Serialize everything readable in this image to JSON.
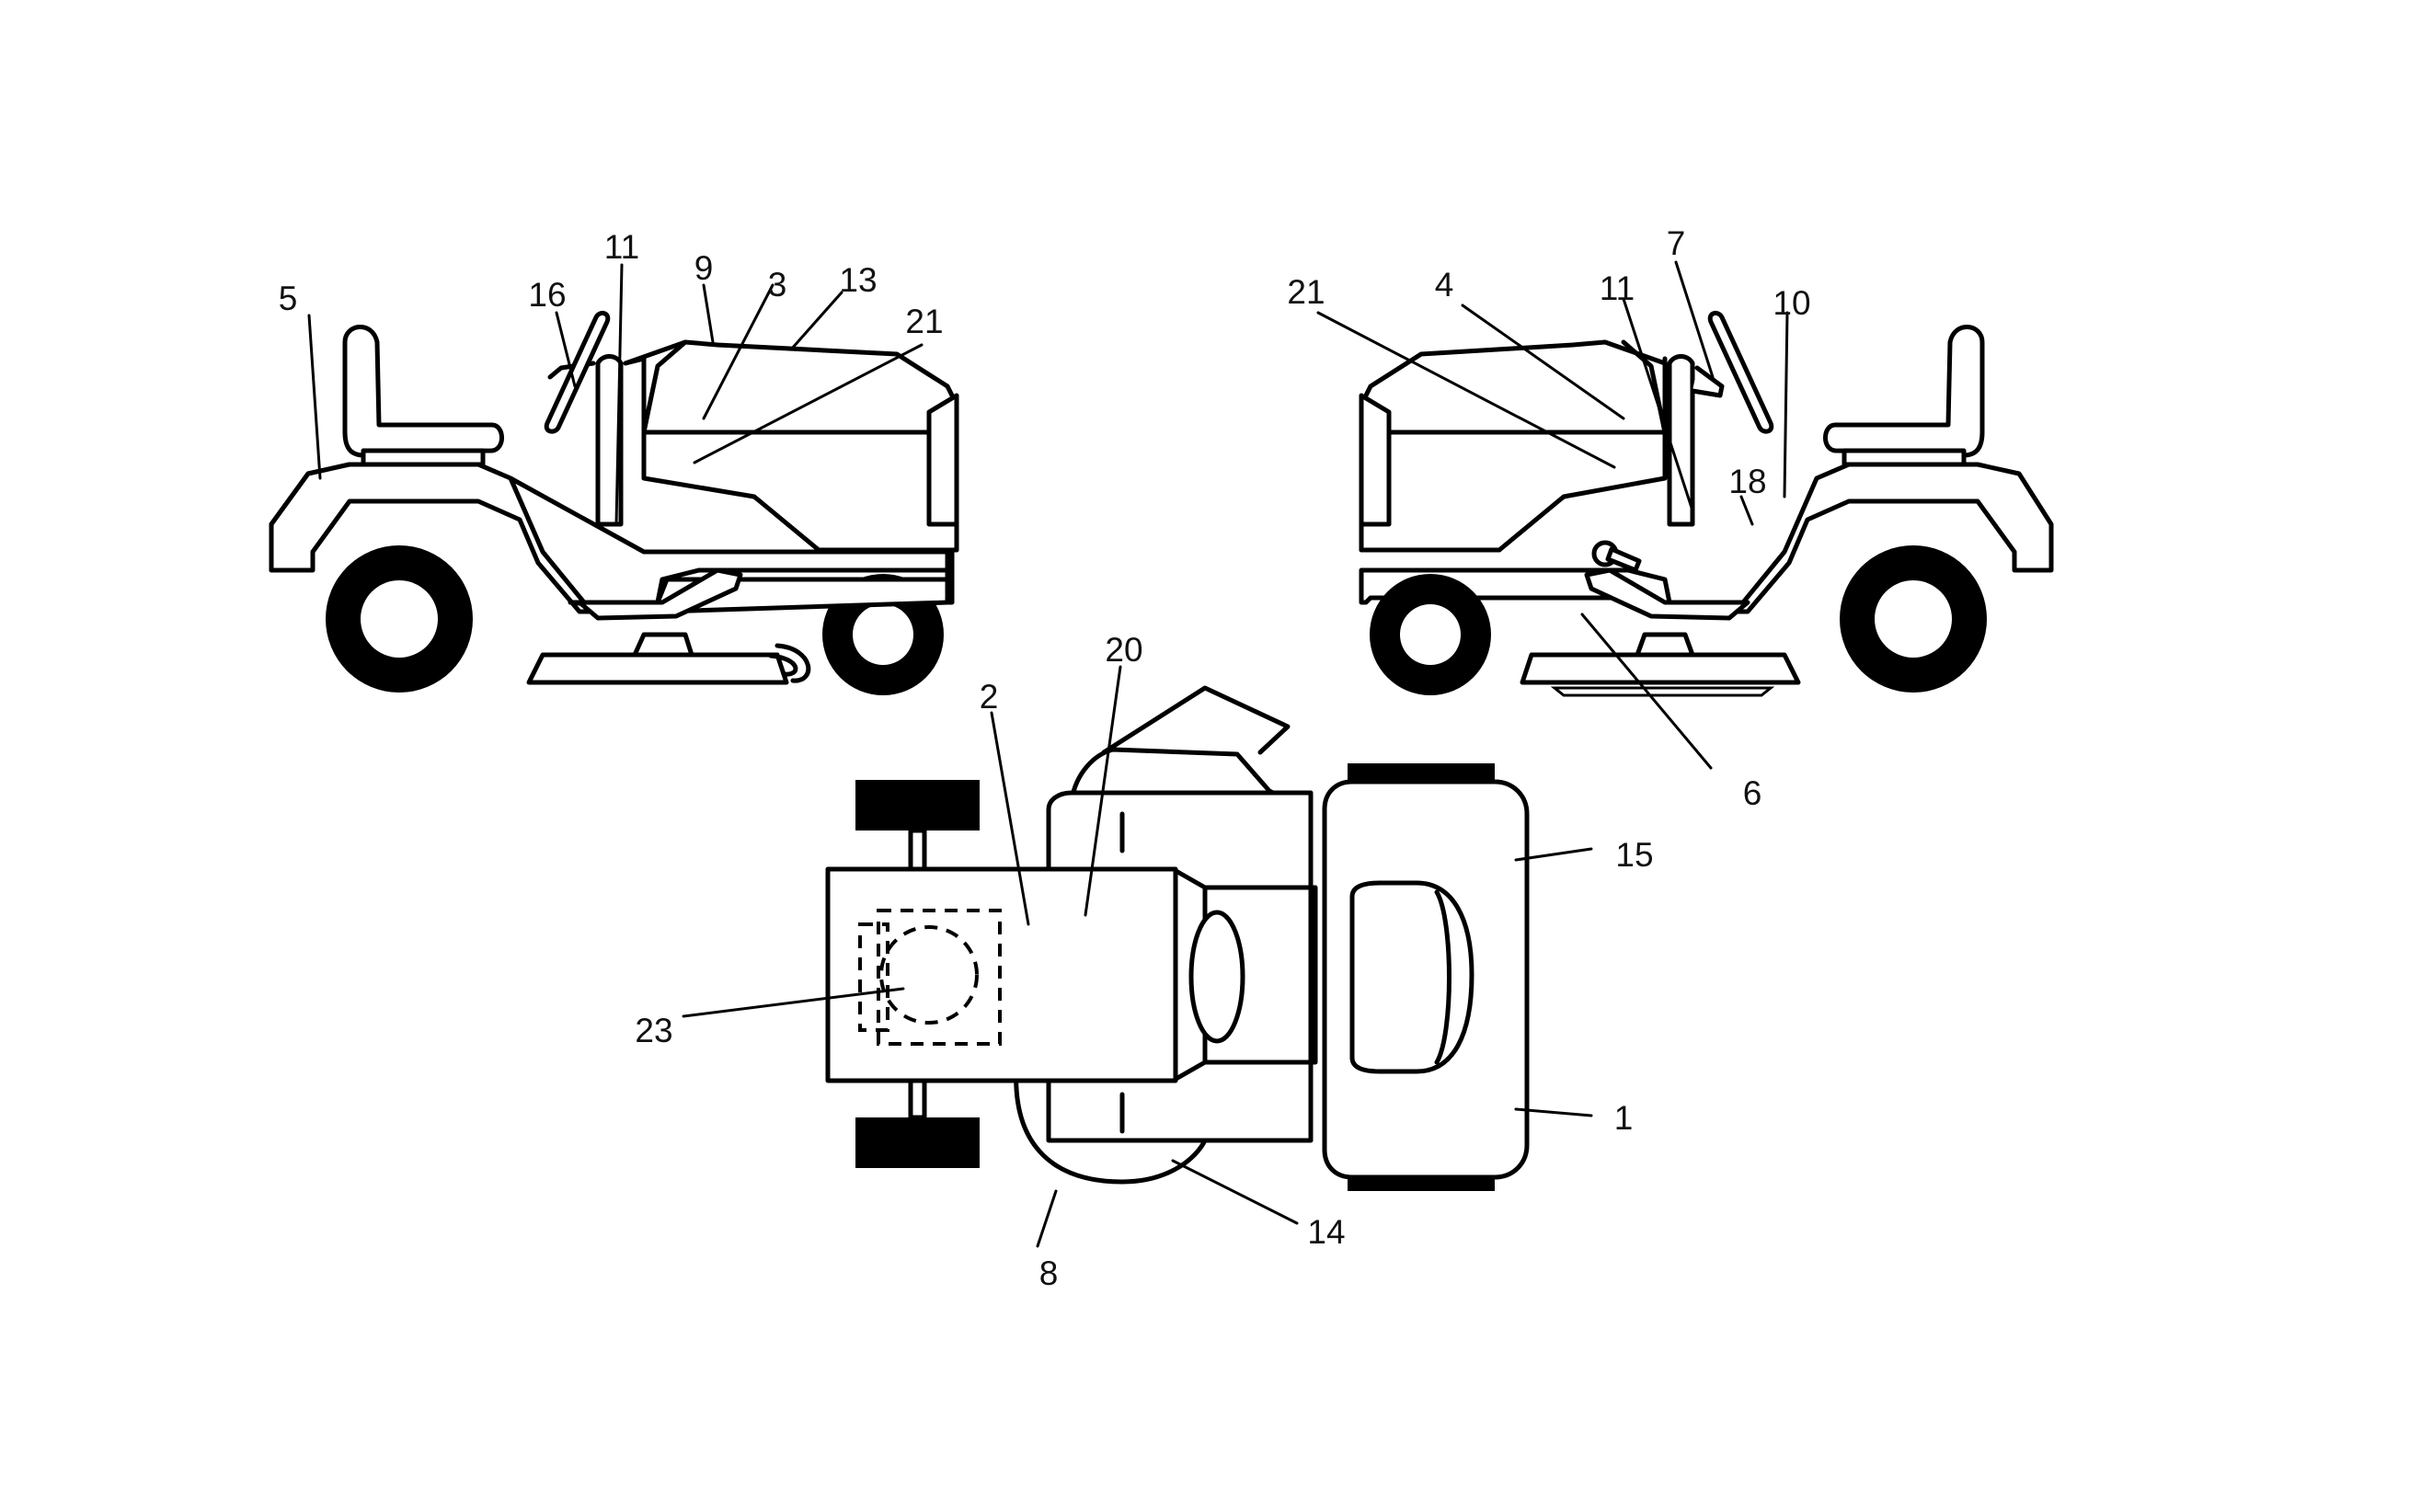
{
  "callouts": [
    {
      "id": "5-left",
      "text": "5"
    },
    {
      "id": "16-left",
      "text": "16"
    },
    {
      "id": "11-left",
      "text": "11"
    },
    {
      "id": "9-left",
      "text": "9"
    },
    {
      "id": "3-left",
      "text": "3"
    },
    {
      "id": "13-left",
      "text": "13"
    },
    {
      "id": "21-left",
      "text": "21"
    },
    {
      "id": "21-right",
      "text": "21"
    },
    {
      "id": "4-right",
      "text": "4"
    },
    {
      "id": "11-right",
      "text": "11"
    },
    {
      "id": "7-right",
      "text": "7"
    },
    {
      "id": "10-right",
      "text": "10"
    },
    {
      "id": "18-right",
      "text": "18"
    },
    {
      "id": "6-right",
      "text": "6"
    },
    {
      "id": "2-top",
      "text": "2"
    },
    {
      "id": "20-top",
      "text": "20"
    },
    {
      "id": "15-top",
      "text": "15"
    },
    {
      "id": "23-top",
      "text": "23"
    },
    {
      "id": "1-top",
      "text": "1"
    },
    {
      "id": "14-top",
      "text": "14"
    },
    {
      "id": "8-top",
      "text": "8"
    }
  ]
}
